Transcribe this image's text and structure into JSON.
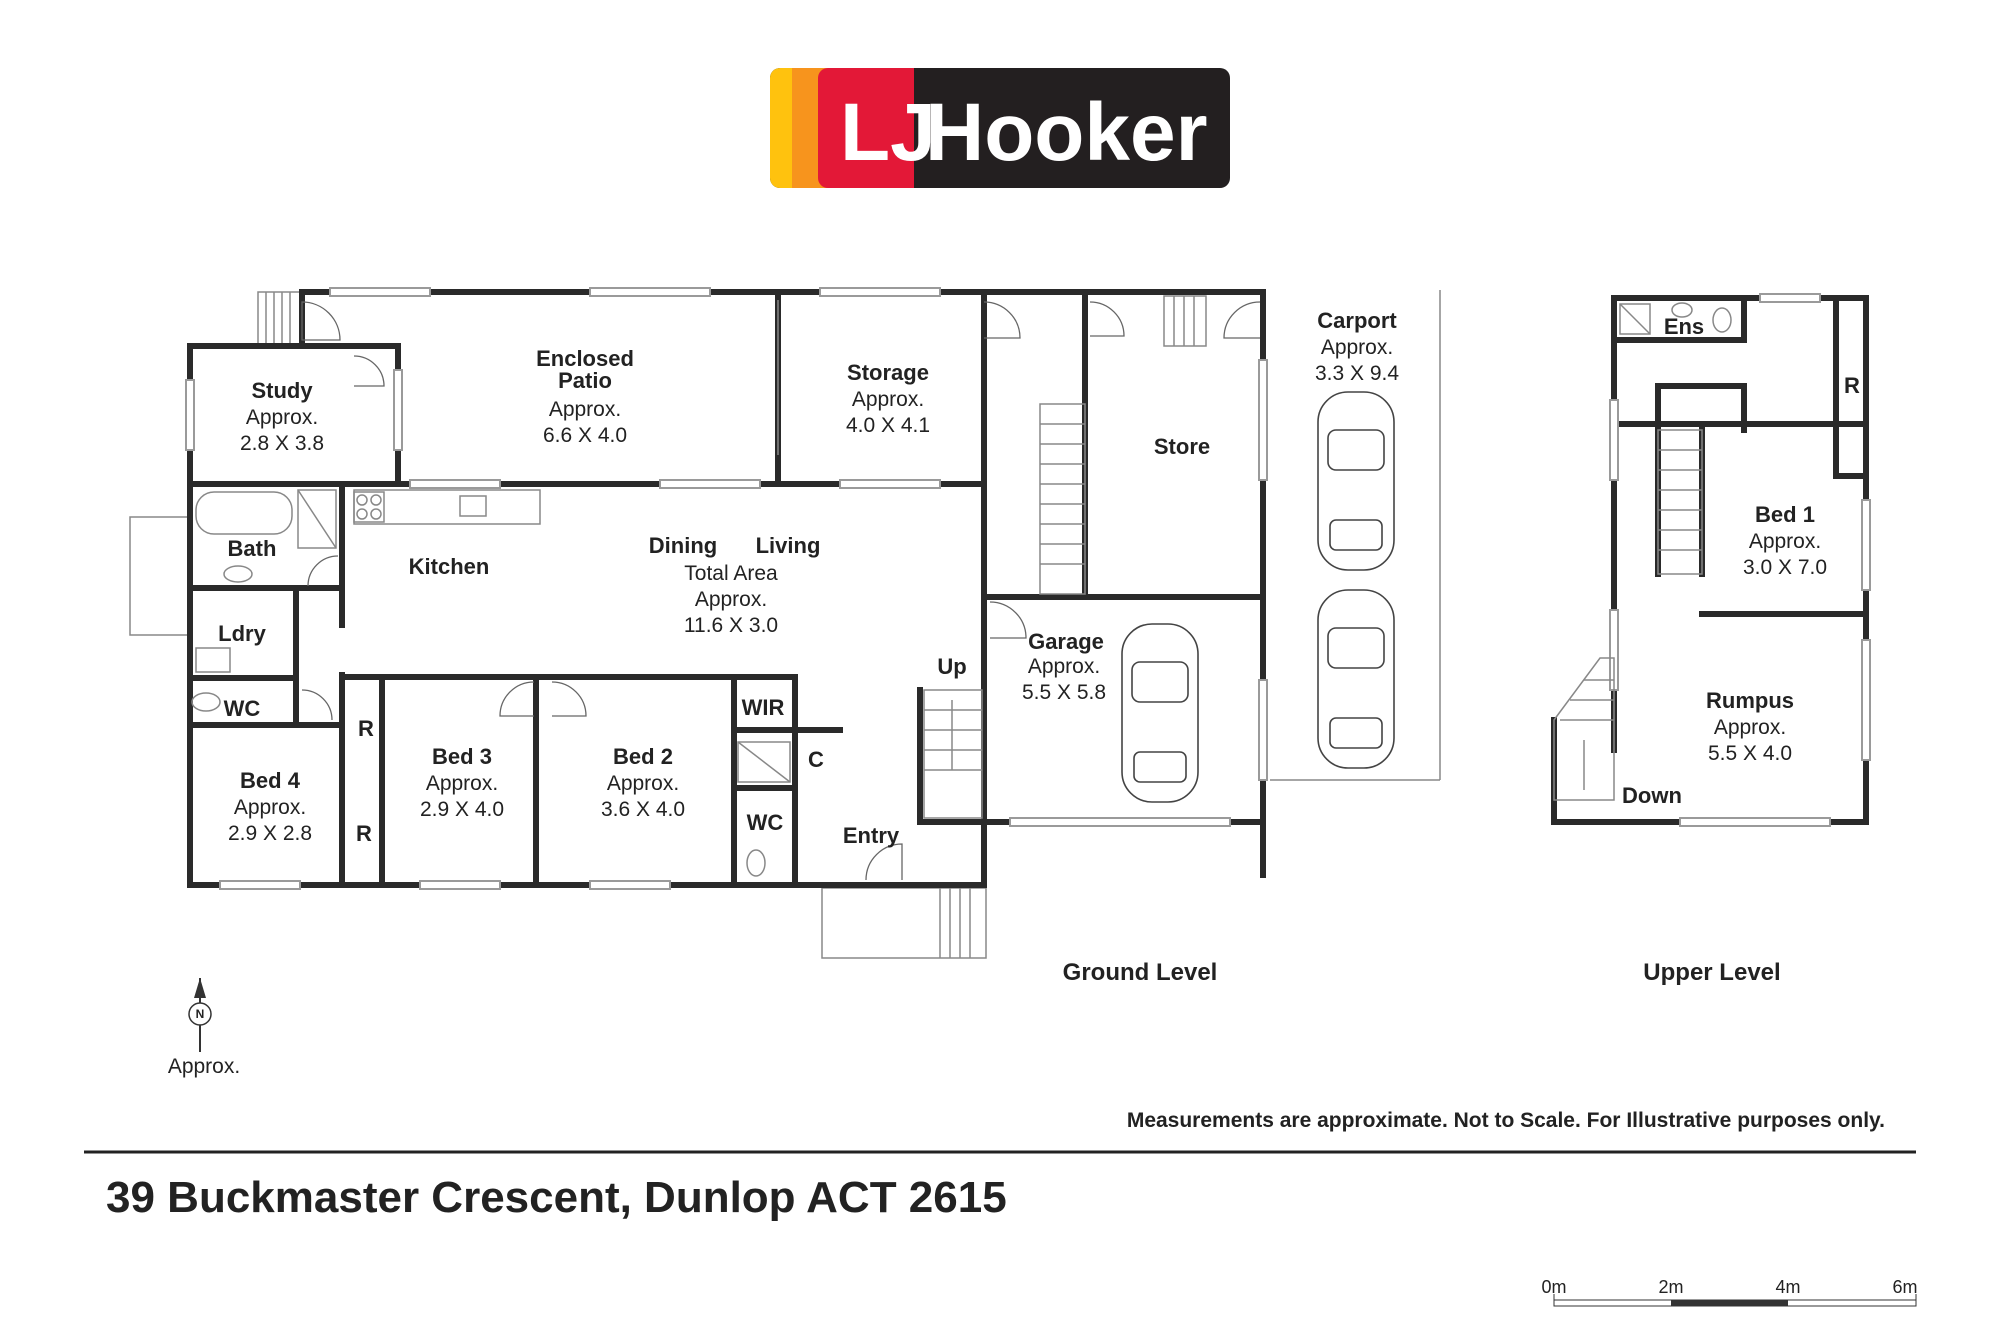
{
  "brand": {
    "logo_text": "LJ Hooker",
    "colors": {
      "yellow": "#ffc20e",
      "orange": "#f7941d",
      "red": "#e31837",
      "black": "#231f20"
    }
  },
  "rooms": {
    "study": {
      "name": "Study",
      "approx": "Approx.",
      "size": "2.8 X 3.8"
    },
    "patio": {
      "name1": "Enclosed",
      "name2": "Patio",
      "approx": "Approx.",
      "size": "6.6 X 4.0"
    },
    "storage": {
      "name": "Storage",
      "approx": "Approx.",
      "size": "4.0 X 4.1"
    },
    "carport": {
      "name": "Carport",
      "approx": "Approx.",
      "size": "3.3 X 9.4"
    },
    "store": {
      "name": "Store"
    },
    "bath": {
      "name": "Bath"
    },
    "kitchen": {
      "name": "Kitchen"
    },
    "dining_living": {
      "dining": "Dining",
      "living": "Living",
      "total": "Total Area",
      "approx": "Approx.",
      "size": "11.6 X 3.0"
    },
    "ldry": {
      "name": "Ldry"
    },
    "wc1": {
      "name": "WC"
    },
    "garage": {
      "name": "Garage",
      "approx": "Approx.",
      "size": "5.5 X 5.8"
    },
    "up": {
      "name": "Up"
    },
    "wir": {
      "name": "WIR"
    },
    "c": {
      "name": "C"
    },
    "r1": {
      "name": "R"
    },
    "r2": {
      "name": "R"
    },
    "bed4": {
      "name": "Bed 4",
      "approx": "Approx.",
      "size": "2.9 X 2.8"
    },
    "bed3": {
      "name": "Bed 3",
      "approx": "Approx.",
      "size": "2.9 X 4.0"
    },
    "bed2": {
      "name": "Bed 2",
      "approx": "Approx.",
      "size": "3.6 X 4.0"
    },
    "wc2": {
      "name": "WC"
    },
    "entry": {
      "name": "Entry"
    },
    "ens": {
      "name": "Ens"
    },
    "r_upper": {
      "name": "R"
    },
    "bed1": {
      "name": "Bed 1",
      "approx": "Approx.",
      "size": "3.0 X 7.0"
    },
    "rumpus": {
      "name": "Rumpus",
      "approx": "Approx.",
      "size": "5.5 X 4.0"
    },
    "down": {
      "name": "Down"
    }
  },
  "levels": {
    "ground": "Ground Level",
    "upper": "Upper Level"
  },
  "compass": {
    "letter": "N",
    "label": "Approx."
  },
  "disclaimer": "Measurements are approximate. Not to Scale. For Illustrative purposes only.",
  "address": "39 Buckmaster Crescent, Dunlop ACT 2615",
  "scale": {
    "labels": [
      "0m",
      "2m",
      "4m",
      "6m"
    ]
  }
}
